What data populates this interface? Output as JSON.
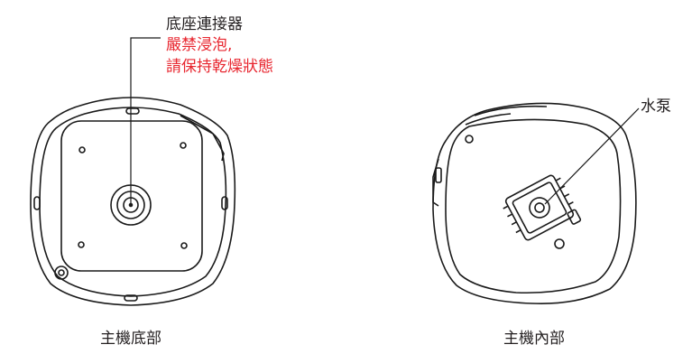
{
  "annotations": {
    "connector_title": "底座連接器",
    "connector_warning_line1": "嚴禁浸泡,",
    "connector_warning_line2": "請保持乾燥狀態",
    "pump_label": "水泵"
  },
  "captions": {
    "bottom_view": "主機底部",
    "inside_view": "主機內部"
  },
  "colors": {
    "warning_text": "#e8262f",
    "line_art": "#1a1a1a",
    "text": "#231f20"
  }
}
